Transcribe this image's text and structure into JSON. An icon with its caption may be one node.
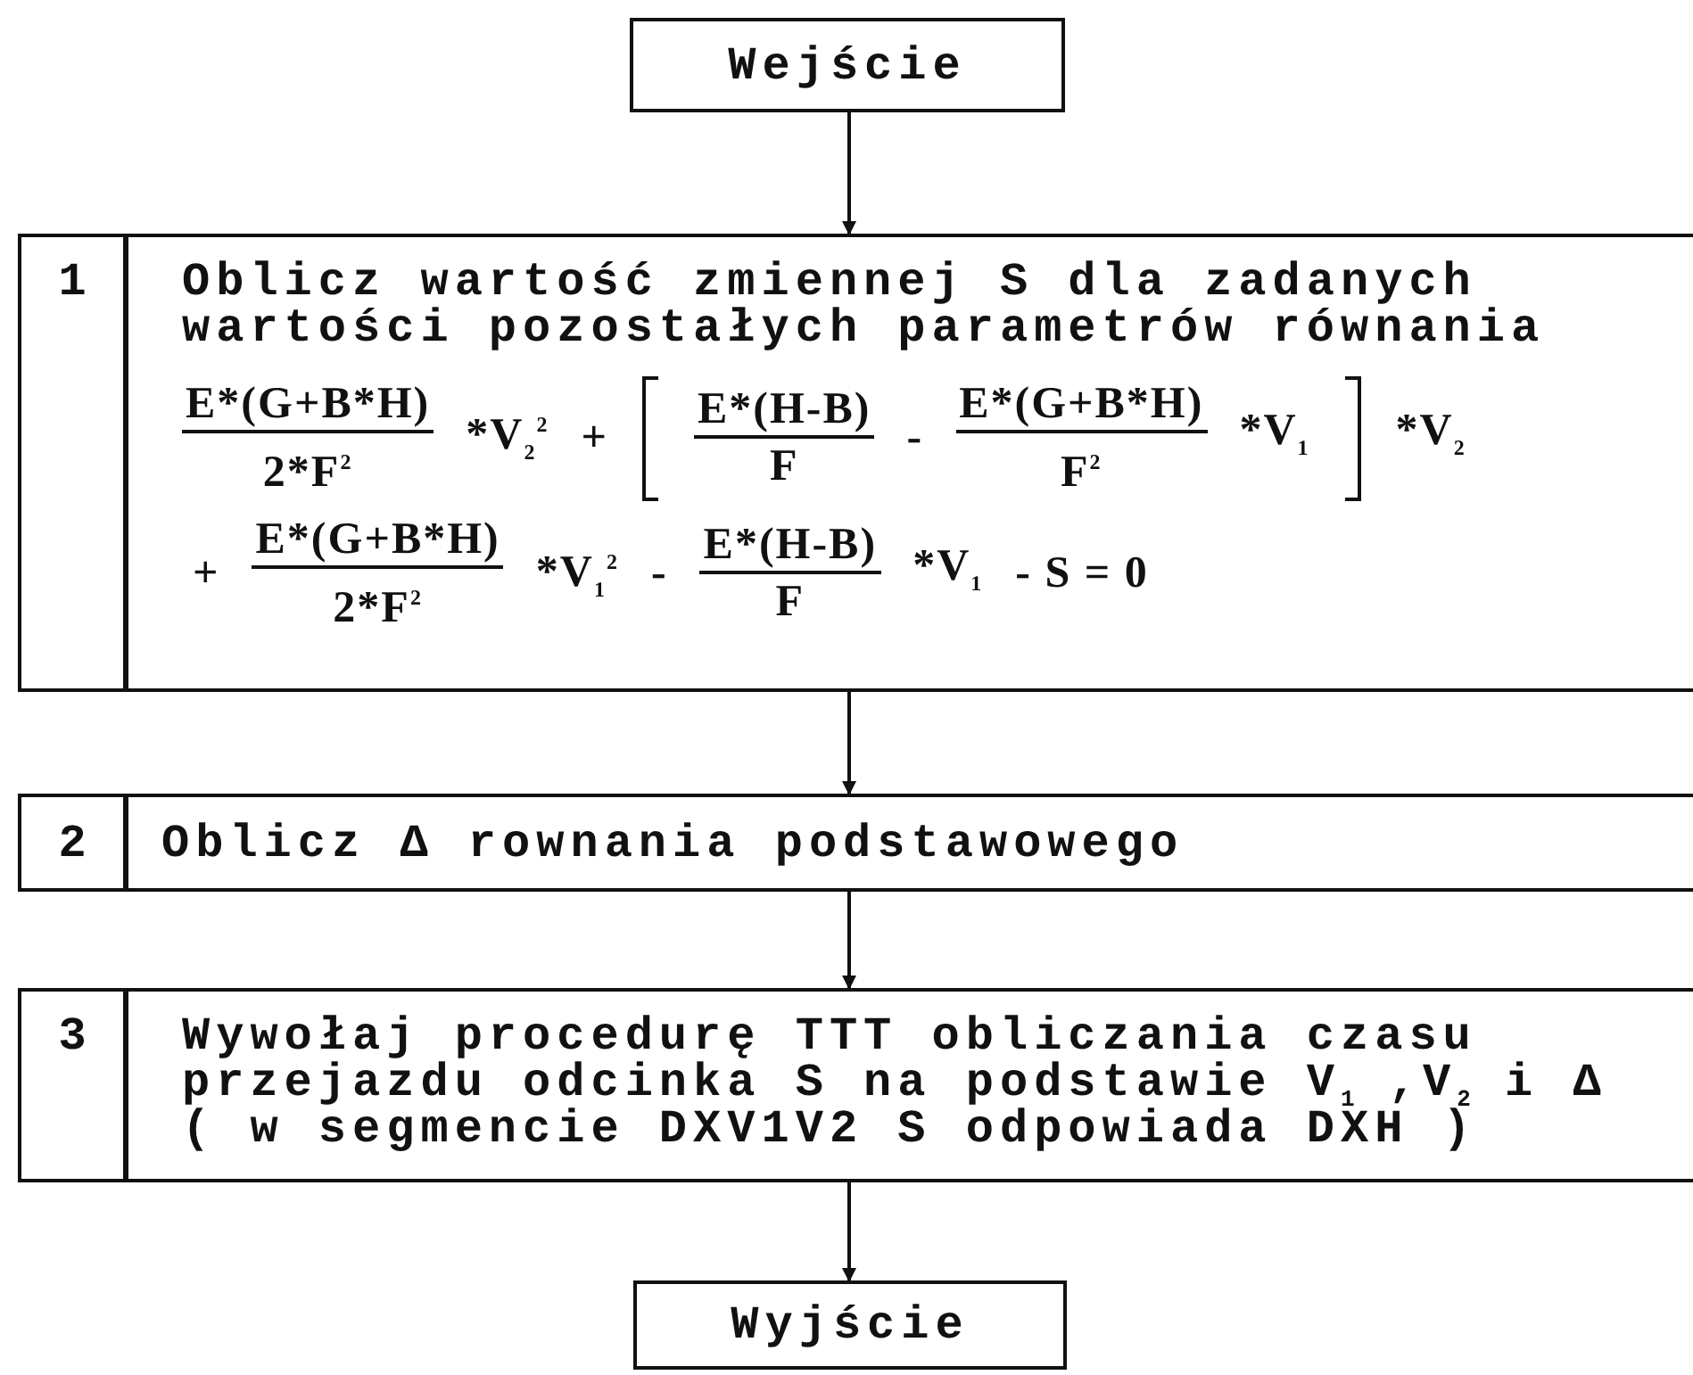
{
  "diagram": {
    "nodes": [
      {
        "text": [
          "Wejście"
        ]
      },
      {
        "text": [
          "1",
          "Oblicz wartość zmiennej S dla zadanych wartości pozostałych parametrów równania",
          "E*(G+B*H)",
          "2*F$^{2}$",
          "*V$_{2}$$^{2}$",
          "+",
          "E*(H-B)",
          "F",
          "-",
          "E*(G+B*H)",
          "F$^{2}$",
          "*V$_{1}$",
          "*V$_{2}$",
          "+",
          "E*(G+B*H)",
          "2*F$^{2}$",
          "*V$_{1}$$^{2}$",
          "-",
          "E*(H-B)",
          "F",
          "*V$_{1}$",
          "- S = 0"
        ]
      },
      {
        "text": [
          "2",
          "Oblicz Δ rownania podstawowego"
        ]
      },
      {
        "text": [
          "3",
          "Wywołaj procedurę TTT obliczania czasu przejazdu odcinka S na podstawie V$_{1}$ ,V$_{2}$ i Δ",
          "( w segmencie DXV1V2 S odpowiada DXH )"
        ]
      },
      {
        "text": [
          "Wyjście"
        ]
      }
    ],
    "edges": [
      {
        "from": 0,
        "to": 1,
        "arrow": "to"
      },
      {
        "from": 1,
        "to": 2,
        "arrow": "to"
      },
      {
        "from": 2,
        "to": 3,
        "arrow": "to"
      },
      {
        "from": 3,
        "to": 4,
        "arrow": "to"
      }
    ]
  }
}
